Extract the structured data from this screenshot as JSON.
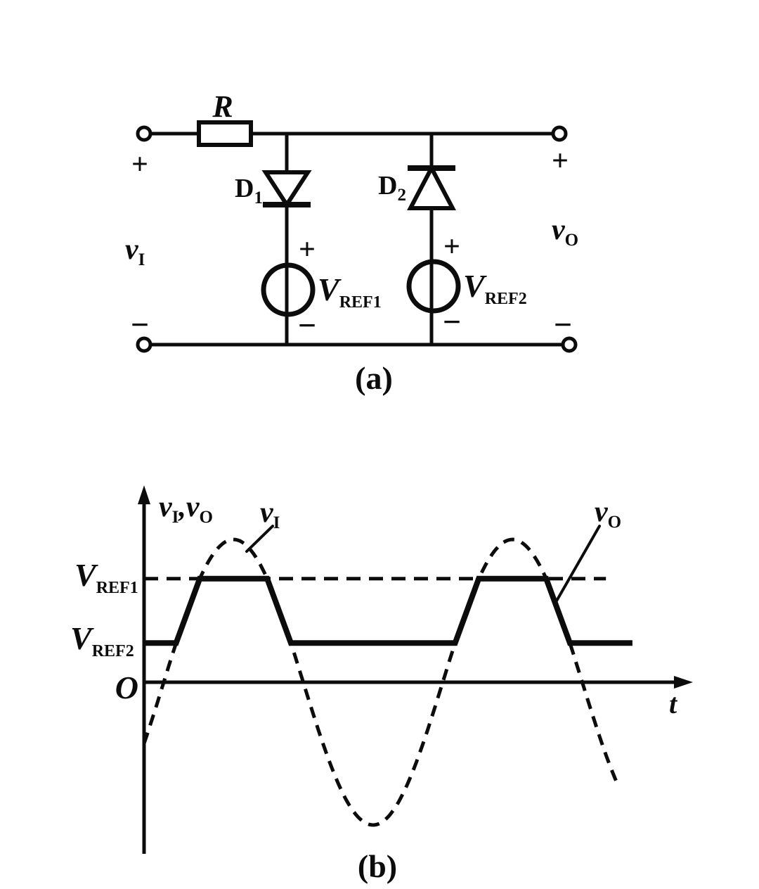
{
  "figure": {
    "background": "#ffffff",
    "ink": "#0c0c0c"
  },
  "circuit": {
    "caption": "(a)",
    "resistor_label": "R",
    "d1": {
      "main": "D",
      "sub": "1"
    },
    "d2": {
      "main": "D",
      "sub": "2"
    },
    "vref1": {
      "main": "V",
      "sub": "REF1"
    },
    "vref2": {
      "main": "V",
      "sub": "REF2"
    },
    "vi": {
      "main": "v",
      "sub": "I"
    },
    "vo": {
      "main": "v",
      "sub": "O"
    },
    "plus": "+",
    "minus": "−"
  },
  "waveform": {
    "caption": "(b)",
    "axis": {
      "v1": "v",
      "s1": "I",
      "comma": ",",
      "v2": "v",
      "s2": "O"
    },
    "vref1": {
      "main": "V",
      "sub": "REF1"
    },
    "vref2": {
      "main": "V",
      "sub": "REF2"
    },
    "origin": "O",
    "t": "t",
    "vi": {
      "main": "v",
      "sub": "I"
    },
    "vo": {
      "main": "v",
      "sub": "O"
    }
  },
  "chart_data": {
    "type": "line",
    "title": "",
    "xlabel": "t",
    "ylabel": "vI, vO",
    "grid": false,
    "legend": "inline-annotations",
    "t_start": -0.0705,
    "axis_t_end": 1.85,
    "series": [
      {
        "name": "vI",
        "waveform": "sine",
        "style": "dashed",
        "amplitude": 1,
        "period": 1,
        "t_end": 1.63
      },
      {
        "name": "vO",
        "waveform": "clipped",
        "style": "solid-bold",
        "clip_high": 0.725,
        "clip_low": 0.275,
        "t_end": 1.68
      }
    ],
    "reference_levels": [
      {
        "label": "VREF1",
        "value": 0.725,
        "style": "dashed",
        "t_end": 1.585
      },
      {
        "label": "VREF2",
        "value": 0.275,
        "style": "level-only"
      }
    ],
    "y_tick_labels": [
      "VREF1",
      "VREF2",
      "O"
    ],
    "origin_label": "O"
  }
}
